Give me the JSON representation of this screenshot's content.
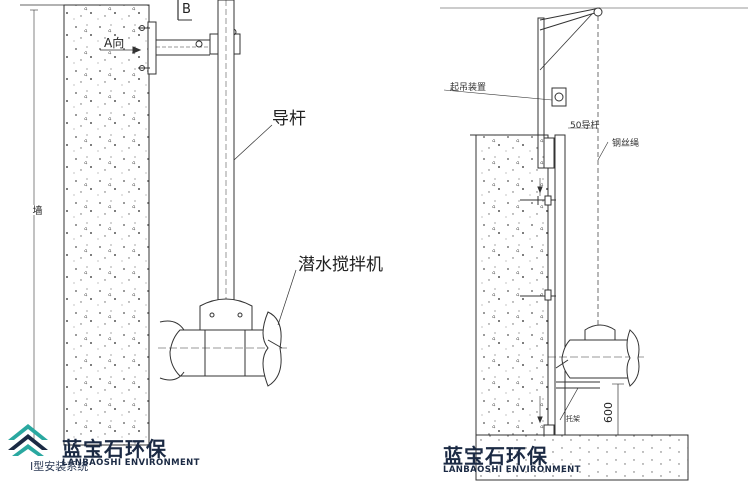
{
  "left_diagram": {
    "a_direction_label": "A向",
    "top_cut_label": "B",
    "guide_rod_label": "导杆",
    "mixer_label": "潜水搅拌机",
    "wall_label": "墙"
  },
  "right_diagram": {
    "lifting_device_label": "起吊装置",
    "rod_50_label": "50导杆",
    "wire_rope_label": "钢丝绳",
    "bracket_label": "托架",
    "dim_600_label": "600"
  },
  "brand": {
    "left_cn": "蓝宝石环保",
    "left_en": "LANBAOSHI ENVIRONMENT",
    "left_caption": "I型安装系统",
    "right_cn": "蓝宝石环保",
    "right_en": "LANBAOSHI ENVIRONMENT"
  },
  "colors": {
    "line": "#333333",
    "brand_navy": "#1b2a44",
    "logo_teal": "#2aa8a0"
  }
}
